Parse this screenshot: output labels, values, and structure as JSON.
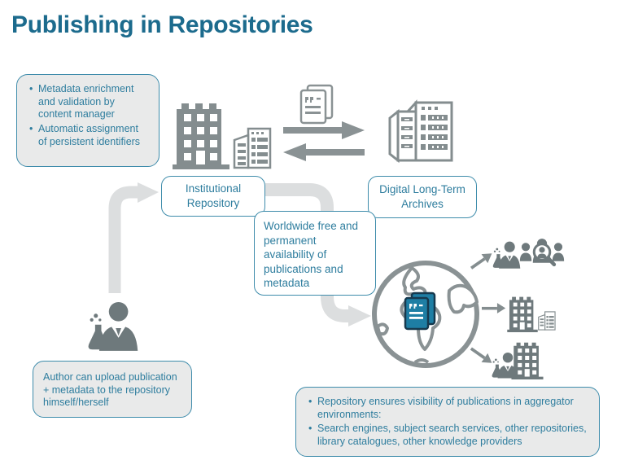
{
  "title": "Publishing in Repositories",
  "colors": {
    "title_teal": "#1c6b8d",
    "box_border_teal": "#3e8cab",
    "box_text_teal": "#2e7d9e",
    "note_box_bg": "#e9eaea",
    "icon_gray": "#848d8f",
    "icon_dark_gray": "#6e797c",
    "flow_arrow_light_gray": "#dcdedf",
    "publication_doc_teal": "#1e7ea4",
    "publication_doc_outline": "#16394e"
  },
  "notes": {
    "metadata": {
      "items": [
        "Metadata enrichment and validation by content manager",
        "Automatic assignment of persistent identifiers"
      ]
    },
    "author": {
      "text": "Author can upload publication + metadata to the repository himself/herself"
    },
    "visibility": {
      "items": [
        "Repository ensures visibility of publications in aggregator environments:",
        "Search engines, subject search services, other repositories, library catalogues, other knowledge providers"
      ]
    }
  },
  "labels": {
    "institutional_repository": "Institutional Repository",
    "digital_archives": "Digital Long-Term Archives",
    "worldwide": "Worldwide free and permanent availability of publications and metadata"
  },
  "icons": {
    "institution": "university-building-icon",
    "institution_annex": "office-buildings-outline-icon",
    "documents": "documents-quote-icon",
    "exchange_right": "arrow-right-icon",
    "exchange_left": "arrow-left-icon",
    "archive": "archive-building-icon",
    "author": "author-scientist-icon",
    "upload_flow": "curved-arrow-up-icon",
    "publish_flow": "curved-arrow-down-icon",
    "globe": "globe-icon",
    "publication": "publication-document-icon",
    "researcher_top": "researcher-icon",
    "search_group": "people-magnifier-search-icon",
    "aggregator_building_mid": "building-icon",
    "aggregator_annex": "small-building-outline-icon",
    "researcher_bottom": "researcher-icon",
    "aggregator_building_bottom": "building-icon"
  }
}
